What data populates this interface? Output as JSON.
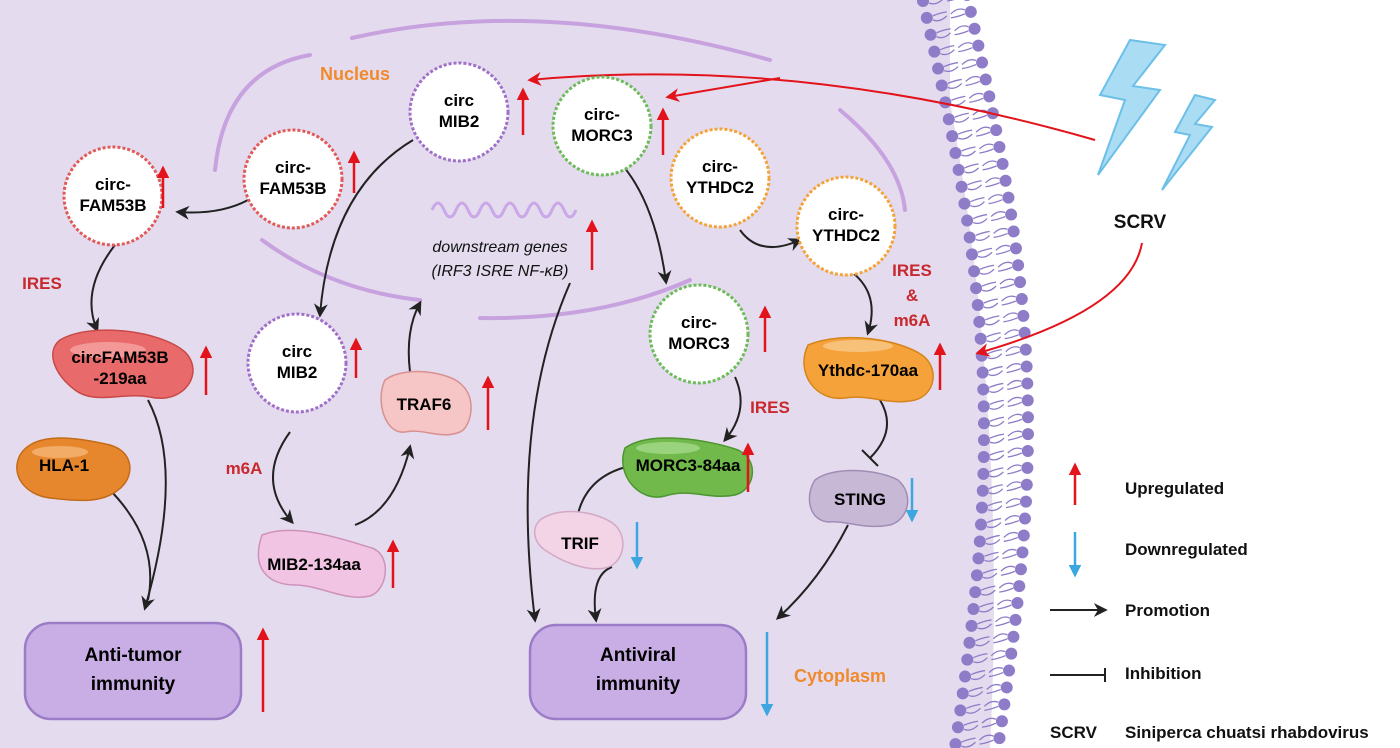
{
  "labels": {
    "nucleus": "Nucleus",
    "cytoplasm": "Cytoplasm",
    "scrv": "SCRV",
    "ires_left": "IRES",
    "ires_mid": "IRES",
    "ires_right": "IRES",
    "ires_amp": "&",
    "m6a_right": "m6A",
    "m6a_left": "m6A",
    "downstream_1": "downstream genes",
    "downstream_2": "(IRF3 ISRE NF-κB)"
  },
  "nodes": {
    "circ_fam53b_cyto_1": "circ-",
    "circ_fam53b_cyto_2": "FAM53B",
    "circ_fam53b_nuc_1": "circ-",
    "circ_fam53b_nuc_2": "FAM53B",
    "circ_mib2_nuc_1": "circ",
    "circ_mib2_nuc_2": "MIB2",
    "circ_morc3_nuc_1": "circ-",
    "circ_morc3_nuc_2": "MORC3",
    "circ_ythdc2_nuc_1": "circ-",
    "circ_ythdc2_nuc_2": "YTHDC2",
    "circ_ythdc2_cyto_1": "circ-",
    "circ_ythdc2_cyto_2": "YTHDC2",
    "circ_mib2_cyto_1": "circ",
    "circ_mib2_cyto_2": "MIB2",
    "circ_morc3_cyto_1": "circ-",
    "circ_morc3_cyto_2": "MORC3"
  },
  "proteins": {
    "circfam53b_219aa_1": "circFAM53B",
    "circfam53b_219aa_2": "-219aa",
    "hla1": "HLA-1",
    "mib2_134aa": "MIB2-134aa",
    "traf6": "TRAF6",
    "morc3_84aa": "MORC3-84aa",
    "trif": "TRIF",
    "ythdc_170aa": "Ythdc-170aa",
    "sting": "STING"
  },
  "outcomes": {
    "antitumor_1": "Anti-tumor",
    "antitumor_2": "immunity",
    "antiviral_1": "Antiviral",
    "antiviral_2": "immunity"
  },
  "legend": {
    "upregulated": "Upregulated",
    "downregulated": "Downregulated",
    "promotion": "Promotion",
    "inhibition": "Inhibition",
    "abbr": "SCRV",
    "abbr_full": "Siniperca chuatsi rhabdovirus"
  },
  "colors": {
    "cell_bg": "#e4dcee",
    "up_arrow": "#e3131b",
    "down_arrow": "#3ba6e0",
    "nucleus_label": "#f08a2c",
    "site_label": "#c8282e",
    "membrane": "#8e7cc8"
  }
}
